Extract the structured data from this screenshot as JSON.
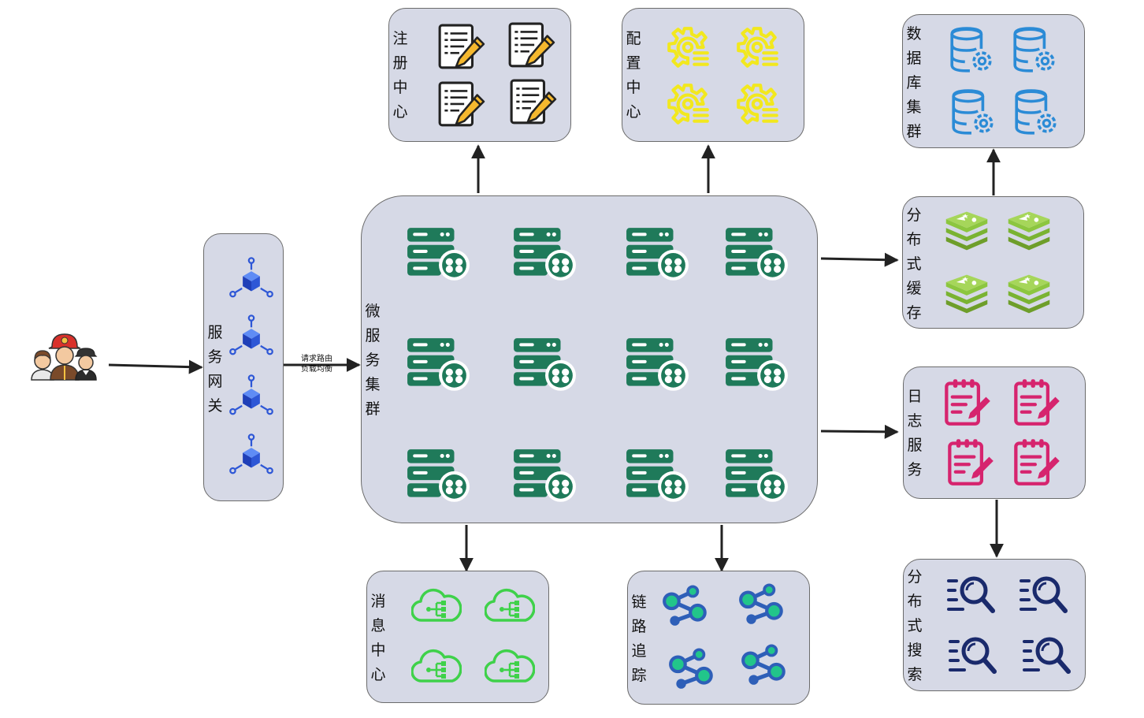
{
  "users": {
    "icon": "users-icon"
  },
  "gateway": {
    "label": "服务网关",
    "icon": "gateway-cube-icon"
  },
  "edge_label": "请求路由\n负载均衡",
  "cluster": {
    "label": "微服务集群",
    "icon": "server-icon",
    "color": "#1f7a5a"
  },
  "registry": {
    "label": "注册中心",
    "icon": "document-edit-icon"
  },
  "config": {
    "label": "配置中心",
    "icon": "gear-config-icon",
    "color": "#f2e81e"
  },
  "database": {
    "label": "数据库集群",
    "icon": "database-gear-icon",
    "color": "#2b8bd6"
  },
  "cache": {
    "label": "分布式缓存",
    "icon": "redis-icon",
    "color": "#8cc63f"
  },
  "log": {
    "label": "日志服务",
    "icon": "notepad-icon",
    "color": "#d6246e"
  },
  "search": {
    "label": "分布式搜索",
    "icon": "search-list-icon",
    "color": "#1a2a6c"
  },
  "message": {
    "label": "消息中心",
    "icon": "cloud-network-icon",
    "color": "#3fd14a"
  },
  "trace": {
    "label": "链路追踪",
    "icon": "share-nodes-icon",
    "color": "#2e5fb8"
  }
}
